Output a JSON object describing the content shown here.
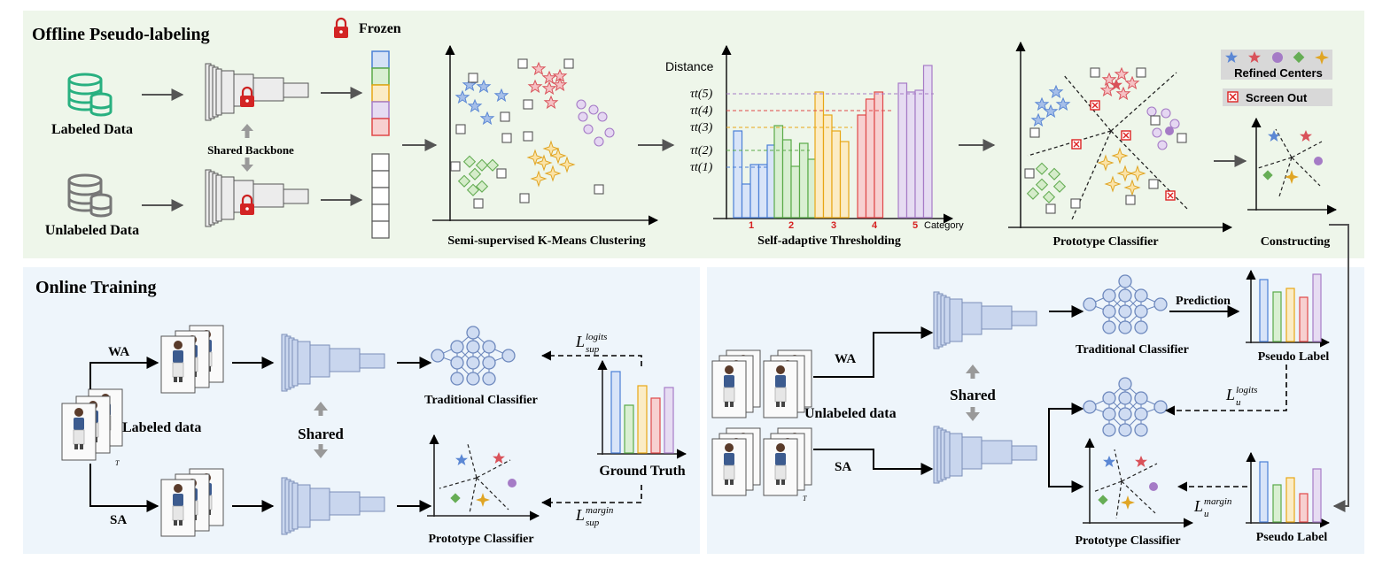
{
  "sections": {
    "offline_title": "Offline Pseudo-labeling",
    "online_title": "Online Training"
  },
  "offline": {
    "frozen_label": "Frozen",
    "labeled_data": "Labeled Data",
    "unlabeled_data": "Unlabeled Data",
    "shared_backbone": "Shared Backbone",
    "kmeans_caption": "Semi-supervised K-Means Clustering",
    "threshold_caption": "Self-adaptive Thresholding",
    "prototype_caption": "Prototype Classifier",
    "constructing_caption": "Constructing",
    "legend_refined": "Refined Centers",
    "legend_screen_out": "Screen Out"
  },
  "threshold_chart": {
    "ylabel": "Distance",
    "xlabel": "Category",
    "tau_labels": [
      "τt(5)",
      "τt(4)",
      "τt(3)",
      "τt(2)",
      "τt(1)"
    ],
    "category_labels": [
      "1",
      "2",
      "3",
      "4",
      "5"
    ],
    "colors": [
      "#4a7fd6",
      "#5aaa48",
      "#e8a715",
      "#e04848",
      "#a77cc7"
    ]
  },
  "online_left": {
    "wa": "WA",
    "sa": "SA",
    "labeled_data": "Labeled data",
    "shared": "Shared",
    "traditional_classifier": "Traditional Classifier",
    "prototype_classifier": "Prototype Classifier",
    "ground_truth": "Ground Truth",
    "loss_logits": "L",
    "loss_logits_sup": "logits",
    "loss_logits_sub": "sup",
    "loss_margin": "L",
    "loss_margin_sup": "margin",
    "loss_margin_sub": "sup",
    "t_label": "T"
  },
  "online_right": {
    "wa": "WA",
    "sa": "SA",
    "unlabeled_data": "Unlabeled data",
    "shared": "Shared",
    "prediction": "Prediction",
    "traditional_classifier": "Traditional Classifier",
    "prototype_classifier": "Prototype Classifier",
    "pseudo_label_top": "Pseudo Label",
    "pseudo_label_bottom": "Pseudo Label",
    "loss_u_logits": "L",
    "loss_u_logits_sup": "logits",
    "loss_u_logits_sub": "u",
    "loss_u_margin": "L",
    "loss_u_margin_sup": "margin",
    "loss_u_margin_sub": "u",
    "t_label": "T"
  },
  "class_colors": {
    "blue": "#5b87d4",
    "red": "#d9525a",
    "purple": "#a57bc6",
    "green": "#66ad55",
    "orange": "#e0a524"
  }
}
